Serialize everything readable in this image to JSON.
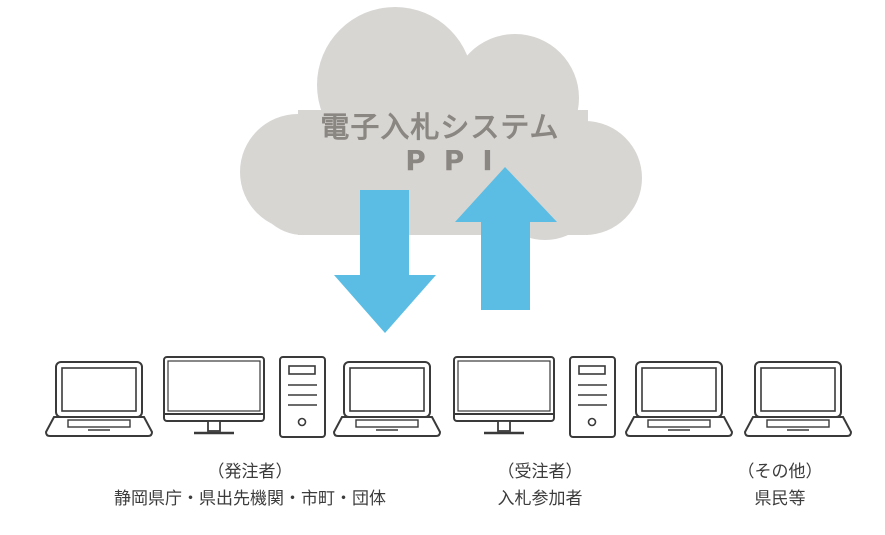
{
  "cloud": {
    "title": "電子入札システム",
    "subtitle": "PPI",
    "fill_color": "#d8d6d3",
    "text_color": "#8a8682"
  },
  "arrows": {
    "color": "#5bbde3",
    "down": "download-arrow",
    "up": "upload-arrow"
  },
  "devices": [
    {
      "type": "laptop-icon"
    },
    {
      "type": "monitor-icon"
    },
    {
      "type": "tower-pc-icon"
    },
    {
      "type": "laptop-icon"
    },
    {
      "type": "monitor-icon"
    },
    {
      "type": "tower-pc-icon"
    },
    {
      "type": "laptop-icon"
    },
    {
      "type": "laptop-icon"
    }
  ],
  "groups": {
    "ordering": {
      "role": "（発注者）",
      "members": "静岡県庁・県出先機関・市町・団体"
    },
    "receiving": {
      "role": "（受注者）",
      "members": "入札参加者"
    },
    "other": {
      "role": "（その他）",
      "members": "県民等"
    }
  },
  "colors": {
    "device_stroke": "#3a3a3a",
    "device_fill": "#ffffff",
    "screen_fill": "#ffffff"
  }
}
